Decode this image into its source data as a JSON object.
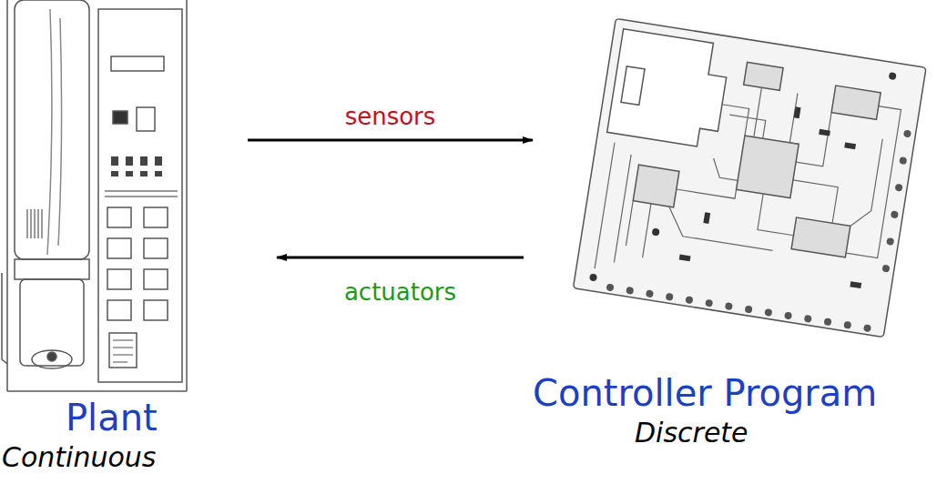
{
  "diagram": {
    "nodes": [
      {
        "text": [
          "Plant",
          "Continuous"
        ]
      },
      {
        "text": [
          "Controller Program",
          "Discrete"
        ]
      }
    ],
    "edges": [
      {
        "from": 0,
        "to": 1,
        "label": "sensors",
        "arrow": "to"
      },
      {
        "from": 1,
        "to": 0,
        "label": "actuators",
        "arrow": "to"
      }
    ]
  }
}
